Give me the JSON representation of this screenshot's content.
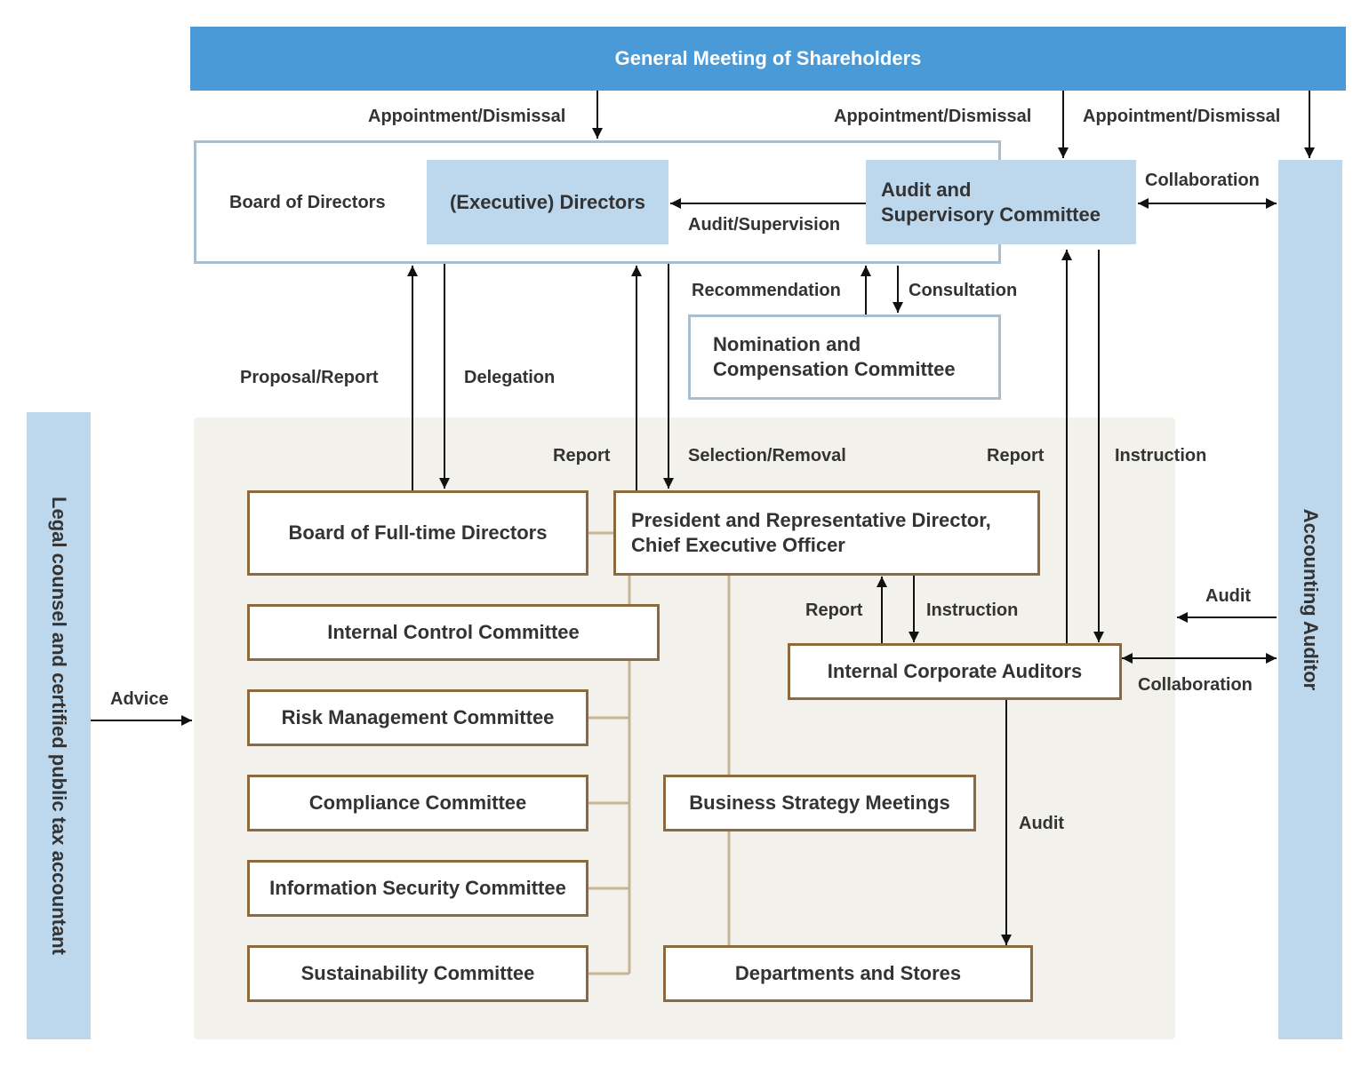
{
  "nodes": {
    "shareholders": "General Meeting of Shareholders",
    "board": "Board of Directors",
    "exec_directors": "(Executive) Directors",
    "audit_committee": [
      "Audit and",
      "Supervisory Committee"
    ],
    "nomination": [
      "Nomination and",
      "Compensation Committee"
    ],
    "legal": "Legal counsel and certified public tax accountant",
    "accounting": "Accounting Auditor",
    "fulltime_board": "Board of Full-time Directors",
    "president": [
      "President and Representative Director,",
      "Chief Executive Officer"
    ],
    "internal_control": "Internal Control Committee",
    "risk": "Risk Management Committee",
    "compliance": "Compliance Committee",
    "infosec": "Information Security Committee",
    "sustainability": "Sustainability Committee",
    "strategy": "Business Strategy Meetings",
    "departments": "Departments and Stores",
    "internal_auditors": "Internal Corporate Auditors"
  },
  "labels": {
    "appoint_1": "Appointment/Dismissal",
    "appoint_2": "Appointment/Dismissal",
    "appoint_3": "Appointment/Dismissal",
    "collab_top": "Collaboration",
    "audit_supervision": "Audit/Supervision",
    "recommendation": "Recommendation",
    "consultation": "Consultation",
    "proposal_report": "Proposal/Report",
    "delegation": "Delegation",
    "report_1": "Report",
    "selection_removal": "Selection/Removal",
    "report_2": "Report",
    "instruction_1": "Instruction",
    "audit_1": "Audit",
    "report_3": "Report",
    "instruction_2": "Instruction",
    "collab_bottom": "Collaboration",
    "advice": "Advice",
    "audit_2": "Audit"
  },
  "colors": {
    "shareholders_bg": "#4a9ad8",
    "light_blue": "#bdd7ec",
    "panel_bg": "#f2f1ec",
    "gold_border": "#8b6a3e",
    "connector": "#c8b497",
    "frame_border": "#a9bfcf"
  }
}
